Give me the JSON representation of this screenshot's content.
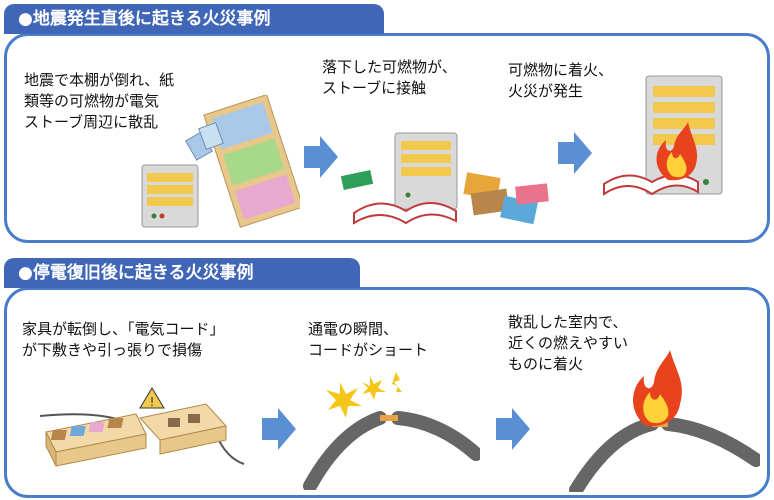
{
  "section1": {
    "title": "●地震発生直後に起きる火災事例",
    "steps": [
      "地震で本棚が倒れ、紙\n類等の可燃物が電気\nストーブ周辺に散乱",
      "落下した可燃物が、\nストーブに接触",
      "可燃物に着火、\n火災が発生"
    ]
  },
  "section2": {
    "title": "●停電復旧後に起きる火災事例",
    "steps": [
      "家具が転倒し、「電気コード」\nが下敷きや引っ張りで損傷",
      "通電の瞬間、\nコードがショート",
      "散乱した室内で、\n近くの燃えやすい\nものに着火"
    ]
  },
  "icons": [
    "arrow-right-icon",
    "flame-icon",
    "spark-icon",
    "heater-icon",
    "bookshelf-icon",
    "book-icon",
    "cable-icon",
    "drawer-icon",
    "warning-icon"
  ],
  "colors": {
    "tab_bg": "#3f66b7",
    "panel_border": "#4a7dc9",
    "arrow": "#5b8fd4",
    "flame_outer": "#e8431c",
    "flame_inner": "#ffd23a"
  }
}
